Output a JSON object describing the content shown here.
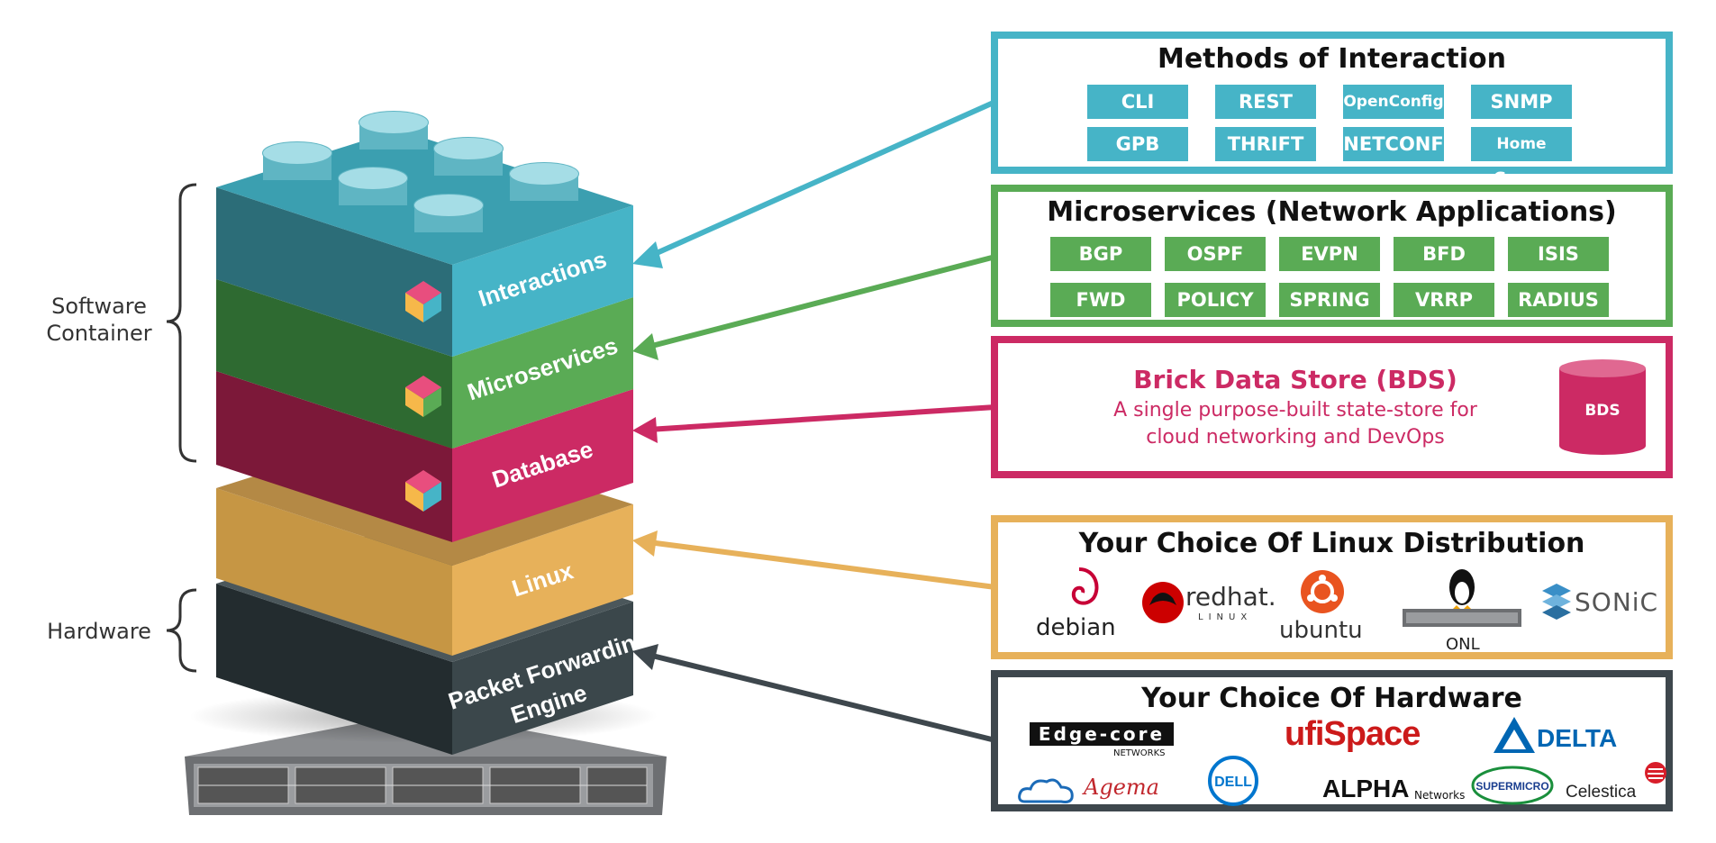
{
  "side_labels": {
    "software_container": "Software\nContainer",
    "hardware": "Hardware"
  },
  "layers": {
    "interactions": "Interactions",
    "microservices": "Microservices",
    "database": "Database",
    "linux": "Linux",
    "pfe_line1": "Packet Forwarding",
    "pfe_line2": "Engine"
  },
  "panels": {
    "methods": {
      "title": "Methods of Interaction",
      "items": [
        "CLI",
        "REST",
        "OpenConfig",
        "SNMP",
        "GPB",
        "THRIFT",
        "NETCONF",
        "Home Grown"
      ]
    },
    "microservices": {
      "title": "Microservices (Network Applications)",
      "items": [
        "BGP",
        "OSPF",
        "EVPN",
        "BFD",
        "ISIS",
        "FWD",
        "POLICY",
        "SPRING",
        "VRRP",
        "RADIUS"
      ]
    },
    "bds": {
      "title": "Brick Data Store (BDS)",
      "line1": "A single purpose-built state-store for",
      "line2": "cloud networking and DevOps",
      "cylinder_label": "BDS"
    },
    "linux": {
      "title": "Your Choice Of Linux Distribution",
      "logos": {
        "debian": "debian",
        "redhat": "redhat.",
        "redhat_sub": "LINUX",
        "ubuntu": "ubuntu",
        "onl": "ONL",
        "sonic": "SONiC"
      }
    },
    "hardware": {
      "title": "Your Choice Of Hardware",
      "logos": {
        "edgecore": "Edge-core",
        "edgecore_sub": "NETWORKS",
        "ufispace": "ufiSpace",
        "delta": "DELTA",
        "agema": "Agema",
        "dell": "DELL",
        "alpha": "ALPHA",
        "alpha_sub": "Networks",
        "supermicro": "SUPERMICRO",
        "celestica": "Celestica"
      }
    }
  },
  "colors": {
    "teal": "#46b4c7",
    "green": "#5aab55",
    "magenta": "#cc2a64",
    "gold": "#e7b15a",
    "dark": "#3e474d"
  }
}
